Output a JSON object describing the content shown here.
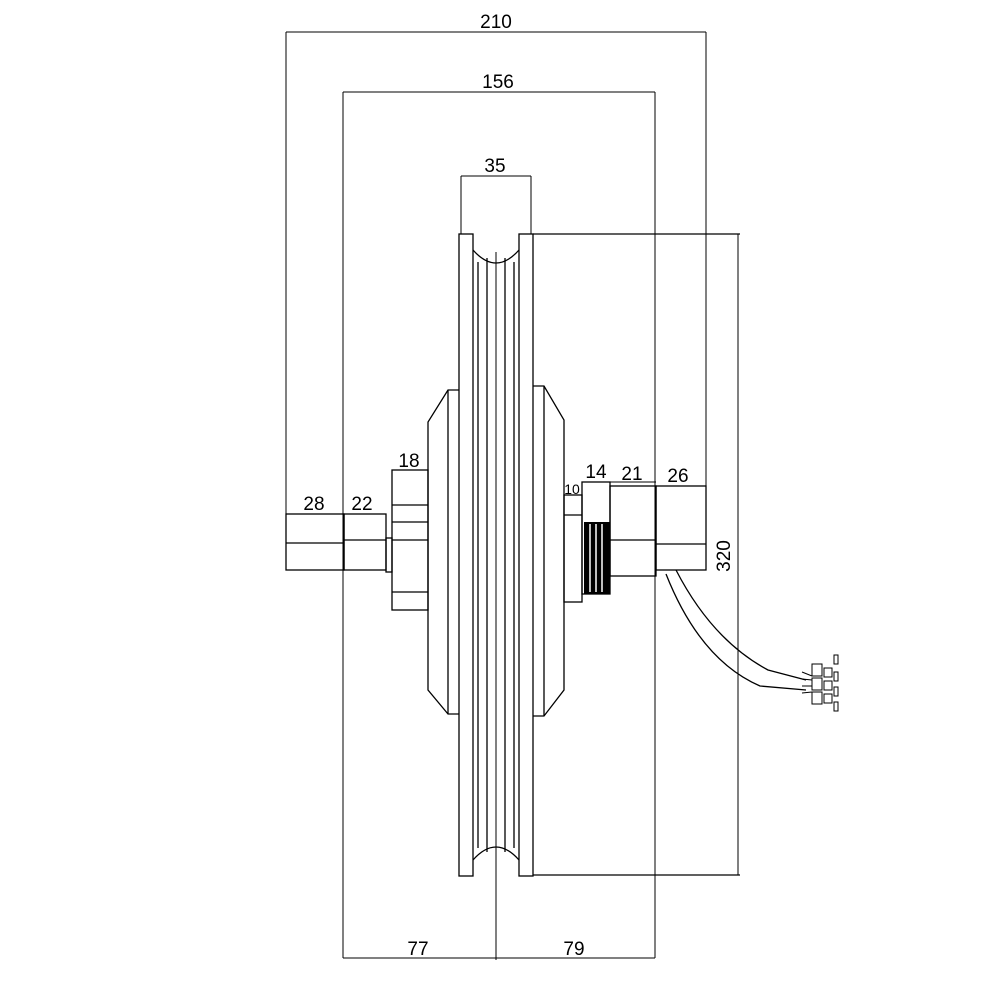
{
  "drawing": {
    "dimensions": {
      "overall_width": "210",
      "shell_width": "156",
      "rim_width": "35",
      "left_axle": "28",
      "left_step": "22",
      "left_nut": "18",
      "right_spacer": "10",
      "right_nut": "14",
      "right_step": "21",
      "right_axle": "26",
      "diameter": "320",
      "left_half": "77",
      "right_half": "79"
    }
  }
}
